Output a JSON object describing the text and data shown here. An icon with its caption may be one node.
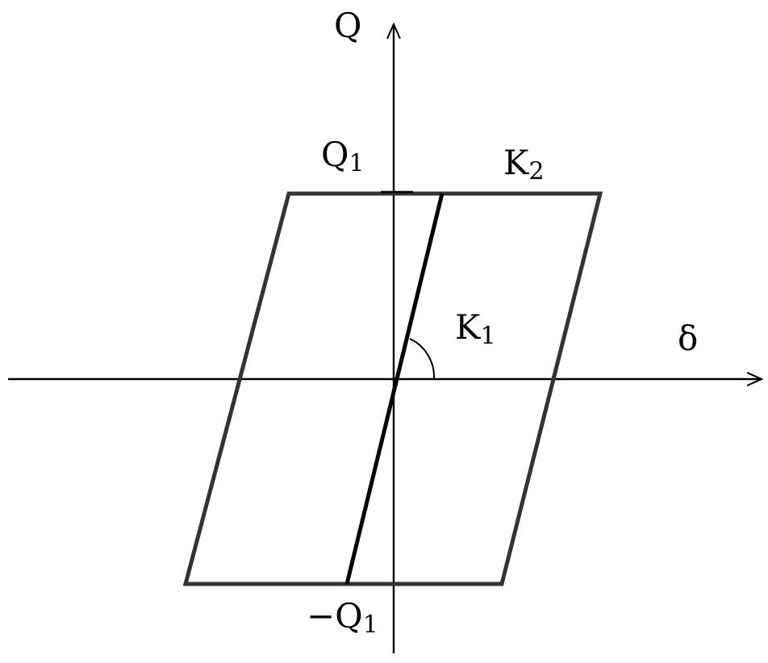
{
  "diagram": {
    "labels": [
      "Q",
      "Q$_{1}$",
      "K$_{2}$",
      "K$_{1}$",
      "δ",
      "−Q$_{1}$"
    ]
  }
}
